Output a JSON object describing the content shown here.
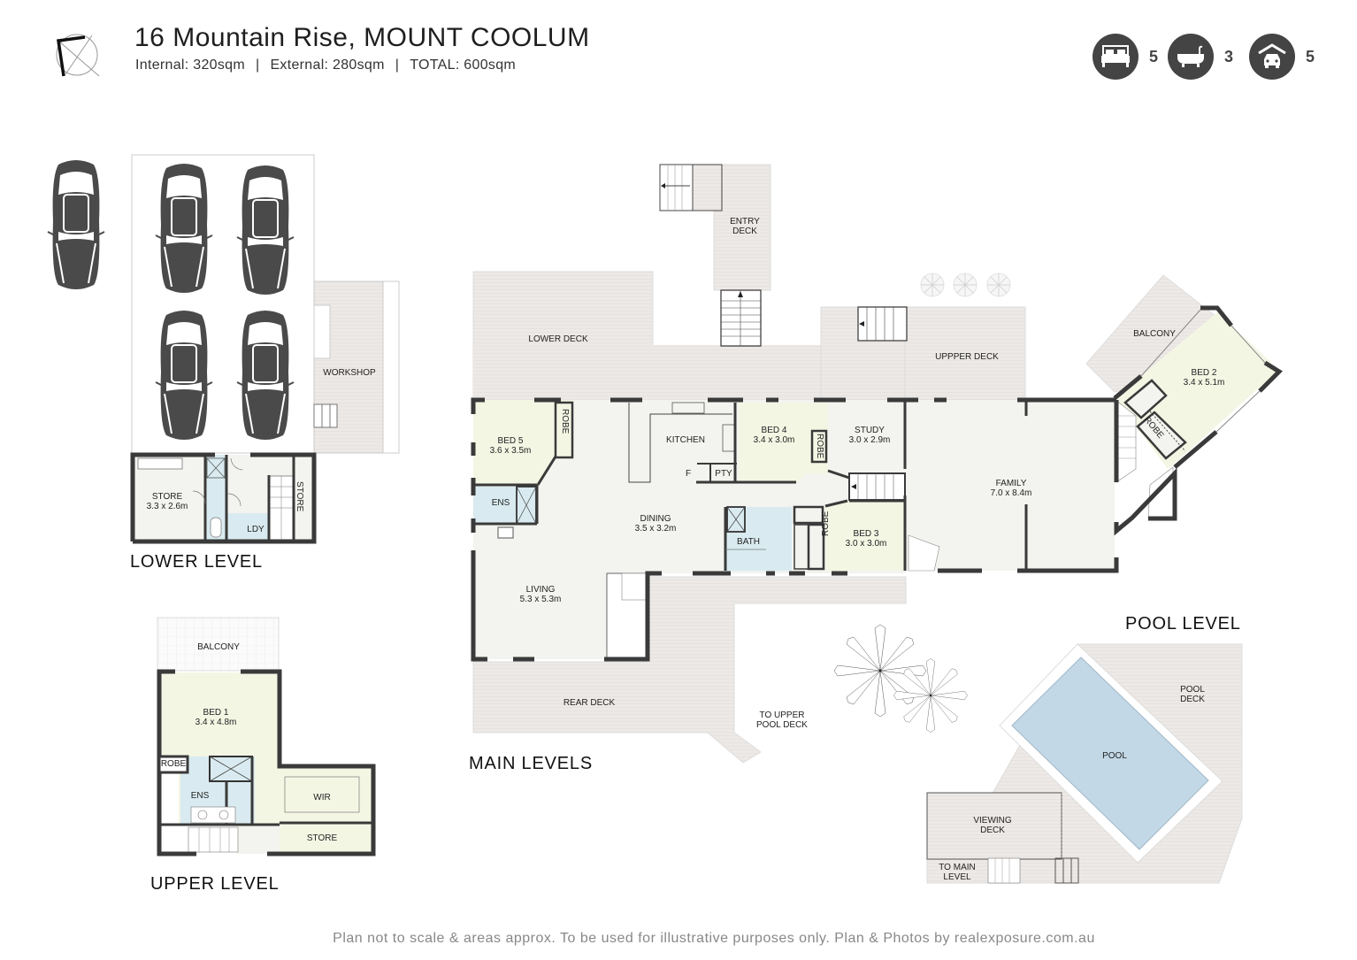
{
  "header": {
    "address": "16 Mountain Rise, MOUNT COOLUM",
    "internal": "Internal: 320sqm",
    "external": "External: 280sqm",
    "total": "TOTAL: 600sqm",
    "separator": "|"
  },
  "stats": {
    "bedrooms": {
      "icon": "bed-icon",
      "value": "5"
    },
    "bathrooms": {
      "icon": "bathtub-icon",
      "value": "3"
    },
    "parking": {
      "icon": "garage-car-icon",
      "value": "5"
    }
  },
  "levels": {
    "lower": "LOWER LEVEL",
    "upper": "UPPER LEVEL",
    "main": "MAIN LEVELS",
    "pool": "POOL LEVEL"
  },
  "rooms": {
    "workshop": "WORKSHOP",
    "lower_store": {
      "name": "STORE",
      "size": "3.3 x 2.6m"
    },
    "lower_store2": "STORE",
    "ldy": "LDY",
    "balcony_upper": "BALCONY",
    "bed1": {
      "name": "BED 1",
      "size": "3.4 x 4.8m"
    },
    "robe_upper": "ROBE",
    "ens_upper": "ENS",
    "wir": "WIR",
    "store_upper": "STORE",
    "entry_deck": "ENTRY DECK",
    "lower_deck": "LOWER DECK",
    "upper_deck": "UPPPER DECK",
    "balcony_main": "BALCONY",
    "bed2": {
      "name": "BED 2",
      "size": "3.4 x 5.1m"
    },
    "robe_bed2": "ROBE",
    "bed5": {
      "name": "BED 5",
      "size": "3.6 x 3.5m"
    },
    "robe_bed5": "ROBE",
    "ens_main": "ENS",
    "kitchen": "KITCHEN",
    "fridge": "F",
    "pantry": "PTY",
    "bed4": {
      "name": "BED 4",
      "size": "3.4 x 3.0m"
    },
    "robe_bed4": "ROBE",
    "study": {
      "name": "STUDY",
      "size": "3.0 x 2.9m"
    },
    "family": {
      "name": "FAMILY",
      "size": "7.0 x 8.4m"
    },
    "dining": {
      "name": "DINING",
      "size": "3.5 x 3.2m"
    },
    "bath": "BATH",
    "robe_bed3": "ROBE",
    "bed3": {
      "name": "BED 3",
      "size": "3.0 x 3.0m"
    },
    "living": {
      "name": "LIVING",
      "size": "5.3 x 5.3m"
    },
    "rear_deck": "REAR DECK",
    "to_upper_pool_deck": "TO UPPER POOL DECK",
    "pool": "POOL",
    "pool_deck": "POOL DECK",
    "viewing_deck": "VIEWING DECK",
    "to_main_level": "TO MAIN LEVEL"
  },
  "colors": {
    "wall": "#3a3a3a",
    "room_fill": "#f3f3ef",
    "bed_fill": "#f4f6e4",
    "wet_fill": "#d9ebf0",
    "deck_fill": "#ece9e6",
    "pool_fill": "#c3d8e6",
    "icon_circle": "#444444"
  },
  "footer": {
    "disclaimer": "Plan not to scale & areas approx. To be used for illustrative purposes only. Plan & Photos by realexposure.com.au"
  }
}
